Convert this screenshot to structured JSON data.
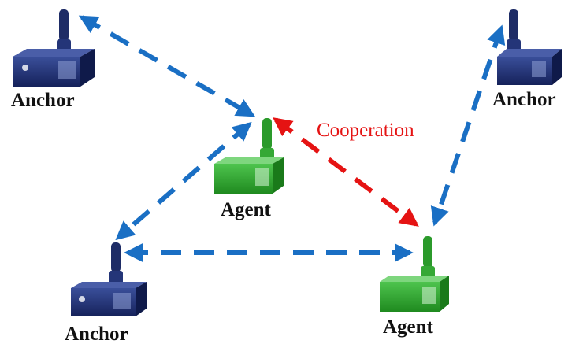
{
  "nodes": [
    {
      "id": "anchor-top-left",
      "role": "anchor",
      "label": "Anchor"
    },
    {
      "id": "anchor-top-right",
      "role": "anchor",
      "label": "Anchor"
    },
    {
      "id": "anchor-bottom-left",
      "role": "anchor",
      "label": "Anchor"
    },
    {
      "id": "agent-center",
      "role": "agent",
      "label": "Agent"
    },
    {
      "id": "agent-bottom-right",
      "role": "agent",
      "label": "Agent"
    }
  ],
  "edges": [
    {
      "from": "anchor-top-left",
      "to": "agent-center",
      "kind": "ranging"
    },
    {
      "from": "anchor-top-right",
      "to": "agent-bottom-right",
      "kind": "ranging"
    },
    {
      "from": "agent-center",
      "to": "anchor-bottom-left",
      "kind": "ranging"
    },
    {
      "from": "anchor-bottom-left",
      "to": "agent-bottom-right",
      "kind": "ranging"
    },
    {
      "from": "agent-center",
      "to": "agent-bottom-right",
      "kind": "cooperation"
    }
  ],
  "cooperation_label": "Cooperation",
  "colors": {
    "ranging_arrow": "#1a6fc4",
    "cooperation_arrow": "#e51313",
    "anchor_body": "#1f2f6e",
    "agent_body": "#2fa52f"
  }
}
